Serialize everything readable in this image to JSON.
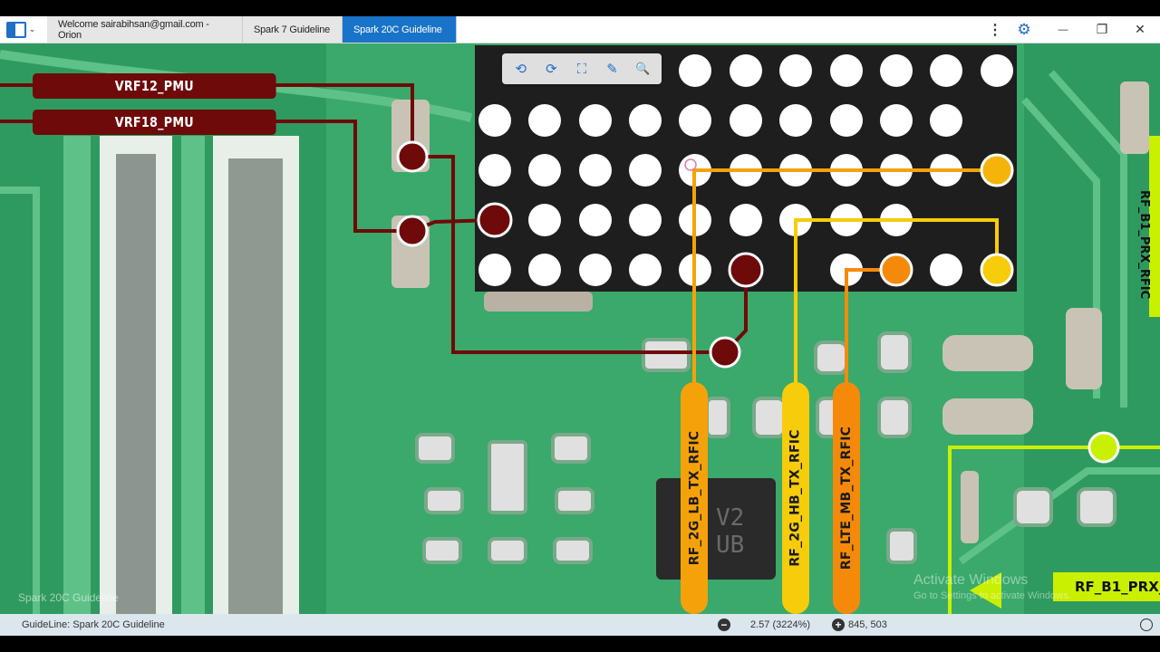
{
  "window": {
    "tabs": [
      {
        "label": "Welcome sairabihsan@gmail.com - Orion",
        "active": false
      },
      {
        "label": "Spark 7 Guideline",
        "active": false
      },
      {
        "label": "Spark 20C Guideline",
        "active": true
      }
    ],
    "controls": {
      "more": "⋮",
      "settings": "⚙",
      "minimize": "—",
      "restore": "❐",
      "close": "✕"
    },
    "accent_color": "#1973c8"
  },
  "toolbar": {
    "icons": [
      "rotate-left-icon",
      "rotate-right-icon",
      "fit-screen-icon",
      "measure-icon",
      "search-icon"
    ],
    "glyphs": {
      "rotate_left": "⟲",
      "rotate_right": "⟳",
      "fit": "⛶",
      "measure": "✎",
      "search": "🔍"
    }
  },
  "signals": {
    "vrf12": "VRF12_PMU",
    "vrf18": "VRF18_PMU",
    "lb_tx": "RF_2G_LB_TX_RFIC",
    "hb_tx": "RF_2G_HB_TX_RFIC",
    "lte_mb_tx": "RF_LTE_MB_TX_RFIC",
    "rf_b1_prx_bottom": "RF_B1_PRX_",
    "rf_b1_prx_right": "RF_B1_PRX_RFIC",
    "colors": {
      "pmu": "#6e0a0a",
      "lb_tx": "#f5a20a",
      "hb_tx": "#f7cc0a",
      "lte_mb_tx": "#f58a0a",
      "rf_b1": "#c9f000"
    }
  },
  "overlay": {
    "watermark": "Spark 20C Guideline",
    "activate_title": "Activate Windows",
    "activate_sub": "Go to Settings to activate Windows."
  },
  "status": {
    "guideline": "GuideLine: Spark 20C Guideline",
    "zoom": "2.57 (3224%)",
    "coords": "845, 503",
    "zoom_out": "−",
    "zoom_in": "+"
  }
}
